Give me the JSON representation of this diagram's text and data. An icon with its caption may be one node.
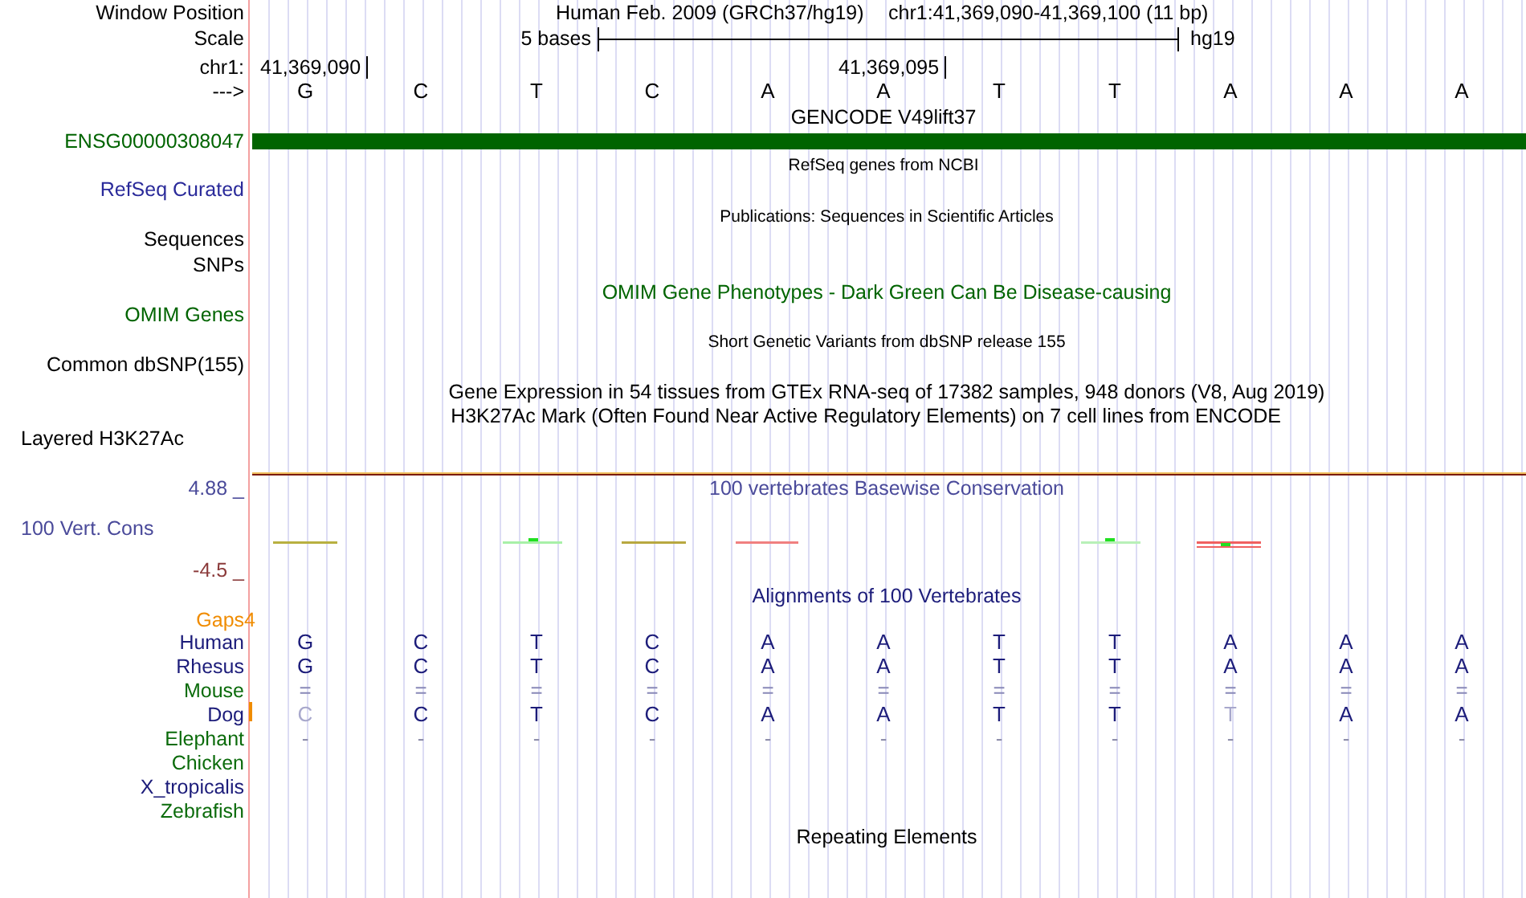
{
  "diagram": {
    "labels": [
      "Window Position",
      "Human Feb. 2009 (GRCh37/hg19)",
      "chr1:41,369,090-41,369,100 (11 bp)",
      "Scale",
      "5 bases",
      "hg19",
      "chr1:",
      "41,369,090",
      "41,369,095",
      "--->",
      "G",
      "C",
      "T",
      "C",
      "A",
      "A",
      "T",
      "T",
      "A",
      "A",
      "A",
      "GENCODE V49lift37",
      "ENSG00000308047",
      "RefSeq genes from NCBI",
      "RefSeq Curated",
      "Publications: Sequences in Scientific Articles",
      "Sequences",
      "SNPs",
      "OMIM Gene Phenotypes - Dark Green Can Be Disease-causing",
      "OMIM Genes",
      "Short Genetic Variants from dbSNP release 155",
      "Common dbSNP(155)",
      "Gene Expression in 54 tissues from GTEx RNA-seq of 17382 samples, 948 donors (V8, Aug 2019)",
      "H3K27Ac Mark (Often Found Near Active Regulatory Elements) on 7 cell lines from ENCODE",
      "Layered H3K27Ac",
      "4.88 _",
      "100 vertebrates Basewise Conservation",
      "100 Vert. Cons",
      "-4.5 _",
      "Alignments of 100 Vertebrates",
      "Gaps4",
      "Human",
      "G",
      "C",
      "T",
      "C",
      "A",
      "A",
      "T",
      "T",
      "A",
      "A",
      "A",
      "Rhesus",
      "G",
      "C",
      "T",
      "C",
      "A",
      "A",
      "T",
      "T",
      "A",
      "A",
      "A",
      "Mouse",
      "=",
      "=",
      "=",
      "=",
      "=",
      "=",
      "=",
      "=",
      "=",
      "=",
      "=",
      "Dog",
      "C",
      "C",
      "T",
      "C",
      "A",
      "A",
      "T",
      "T",
      "T",
      "A",
      "A",
      "Elephant",
      "-",
      "-",
      "-",
      "-",
      "-",
      "-",
      "-",
      "-",
      "-",
      "-",
      "-",
      "Chicken",
      "X_tropicalis",
      "Zebrafish",
      "Repeating Elements"
    ]
  }
}
